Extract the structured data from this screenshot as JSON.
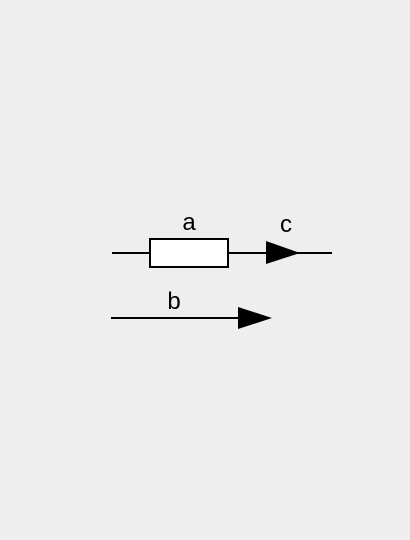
{
  "diagram": {
    "labels": {
      "resistor": "a",
      "arrow_bottom": "b",
      "arrow_top": "c"
    },
    "colors": {
      "background": "#eeeeee",
      "stroke": "#000000",
      "resistor_fill": "#ffffff"
    },
    "components": [
      {
        "type": "resistor",
        "label_key": "a"
      },
      {
        "type": "current-arrow",
        "label_key": "c"
      },
      {
        "type": "current-arrow",
        "label_key": "b"
      }
    ]
  }
}
